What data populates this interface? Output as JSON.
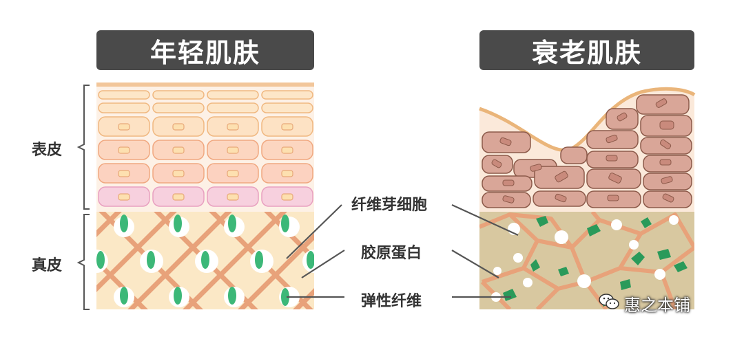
{
  "titles": {
    "young": "年轻肌肤",
    "aged": "衰老肌肤"
  },
  "layers": {
    "epidermis": "表皮",
    "dermis": "真皮"
  },
  "callouts": {
    "fibroblast": "纤维芽细胞",
    "collagen": "胶原蛋白",
    "elastin": "弹性纤维"
  },
  "watermark": {
    "text": "惠之本铺",
    "icon": "wechat-icon"
  },
  "colors": {
    "title_bg": "#4a4a4a",
    "dermis_young_bg": "#fbe8c6",
    "collagen": "#e8a27a",
    "elastin": "#3cb878",
    "fibroblast": "#ffffff",
    "aged_cell": "#d9a698",
    "aged_dermis_bg": "#d8c8a0"
  }
}
